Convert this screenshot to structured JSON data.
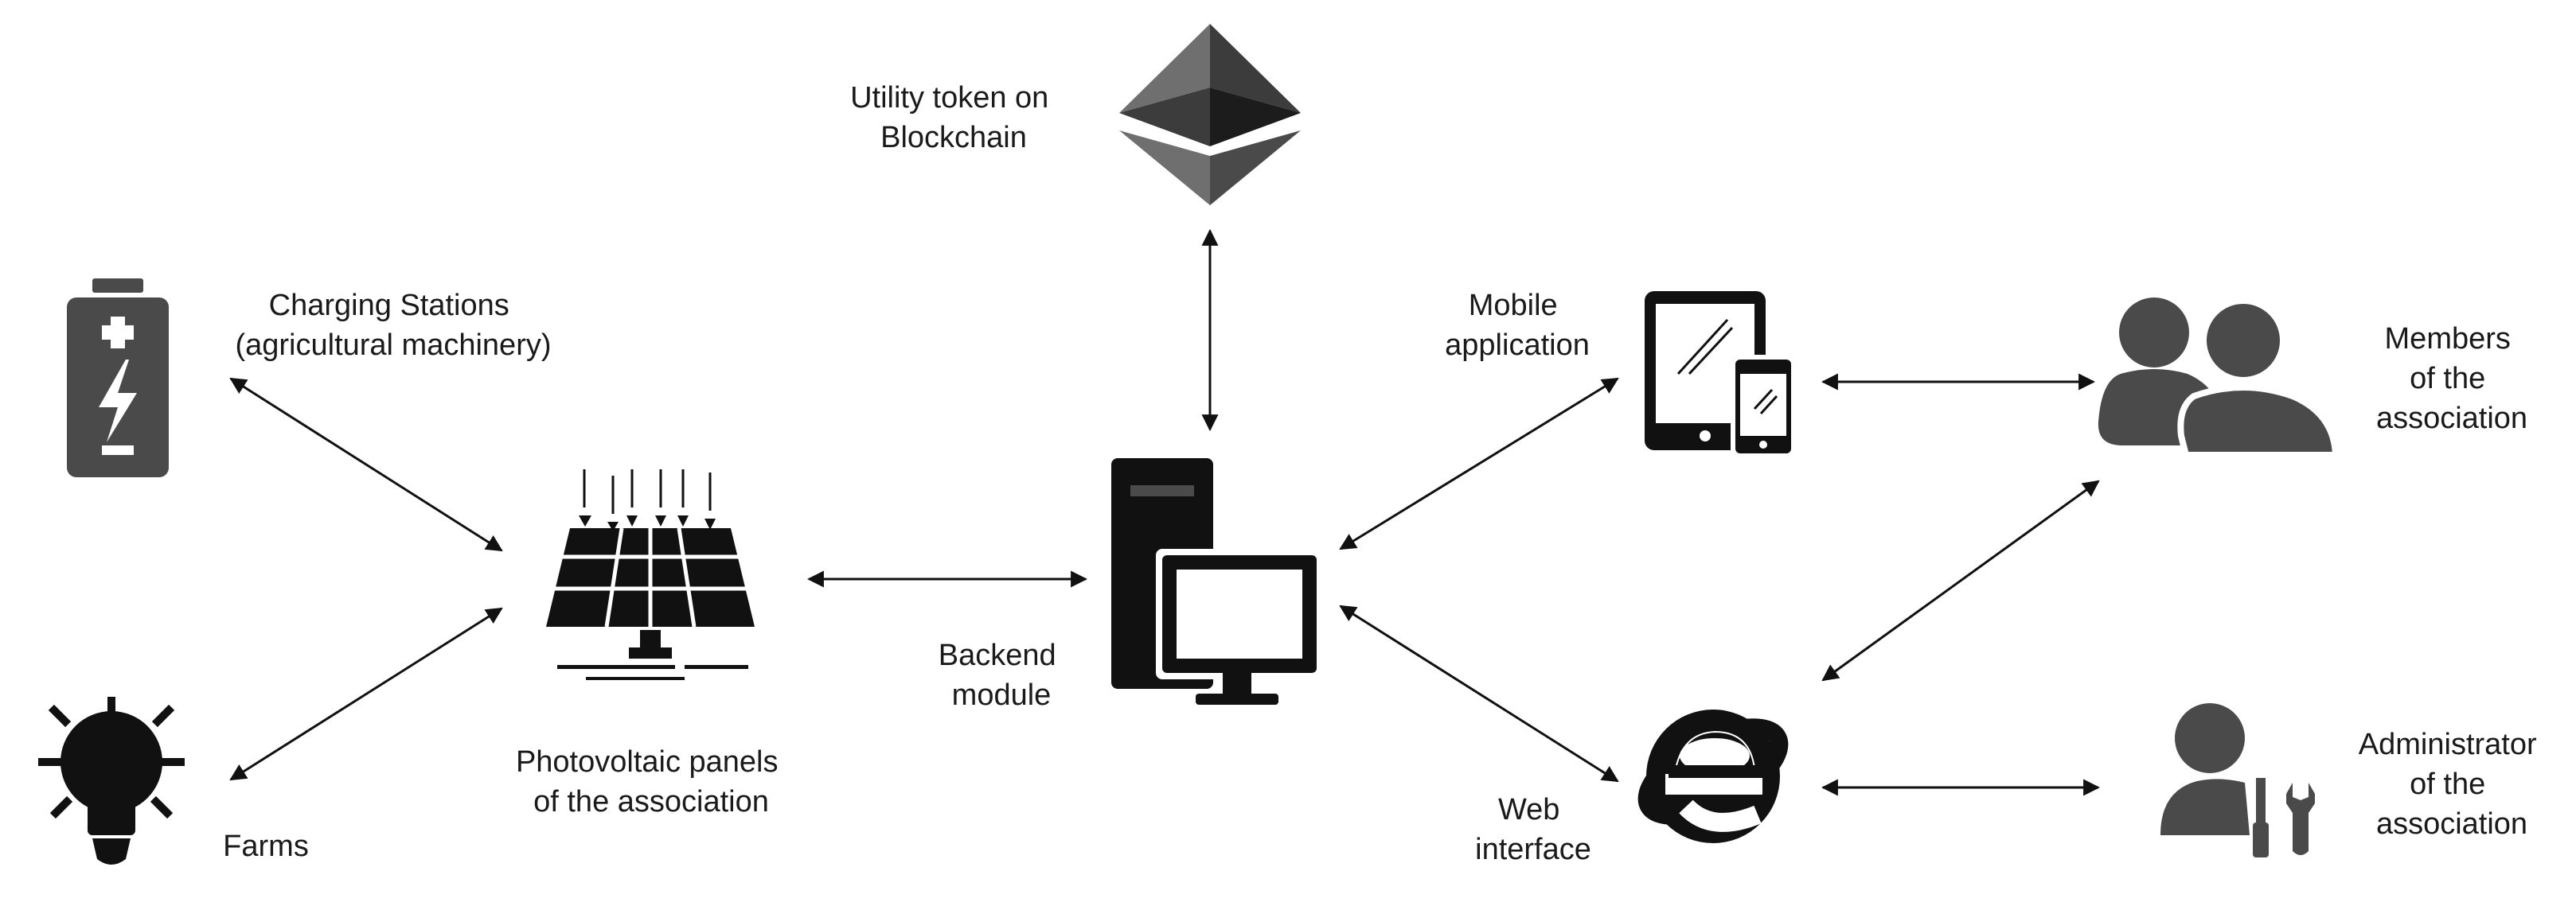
{
  "diagram": {
    "labels": {
      "blockchain": [
        "Utility token on",
        "Blockchain"
      ],
      "charging": [
        "Charging Stations",
        "(agricultural machinery)"
      ],
      "farms": [
        "Farms"
      ],
      "panels": [
        "Photovoltaic panels",
        "of the association"
      ],
      "backend": [
        "Backend",
        "module"
      ],
      "mobile": [
        "Mobile",
        "application"
      ],
      "web": [
        "Web",
        "interface"
      ],
      "members": [
        "Members",
        "of the",
        "association"
      ],
      "admin": [
        "Administrator",
        "of the",
        "association"
      ]
    },
    "icons": {
      "blockchain": "ethereum-icon",
      "charging": "battery-charging-icon",
      "farms": "light-bulb-icon",
      "panels": "solar-panel-icon",
      "backend": "computer-server-icon",
      "mobile": "tablet-phone-icon",
      "web": "internet-explorer-icon",
      "members": "users-group-icon",
      "admin": "admin-tools-icon"
    },
    "connections": [
      {
        "from": "charging",
        "to": "panels",
        "direction": "both"
      },
      {
        "from": "farms",
        "to": "panels",
        "direction": "both"
      },
      {
        "from": "panels",
        "to": "backend",
        "direction": "both"
      },
      {
        "from": "blockchain",
        "to": "backend",
        "direction": "both"
      },
      {
        "from": "backend",
        "to": "mobile",
        "direction": "both"
      },
      {
        "from": "backend",
        "to": "web",
        "direction": "both"
      },
      {
        "from": "mobile",
        "to": "members",
        "direction": "both"
      },
      {
        "from": "web",
        "to": "members",
        "direction": "both"
      },
      {
        "from": "web",
        "to": "admin",
        "direction": "both"
      }
    ],
    "colors": {
      "icon_dark": "#111111",
      "icon_grey": "#4a4a4a",
      "line": "#111111"
    }
  }
}
